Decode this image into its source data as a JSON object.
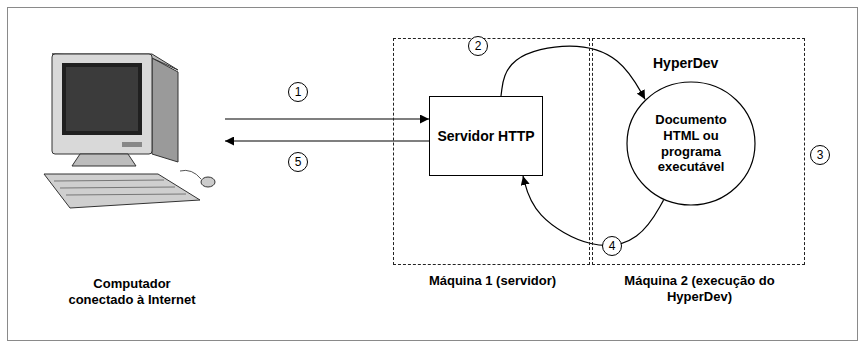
{
  "diagram": {
    "nodes": [
      {
        "text": [
          "Computador conectado à Internet"
        ]
      },
      {
        "text": [
          "Máquina 1 (servidor)"
        ]
      },
      {
        "text": [
          "Servidor HTTP"
        ],
        "in": 1
      },
      {
        "text": [
          "HyperDev",
          "Máquina 2 (execução do HyperDev)"
        ]
      },
      {
        "text": [
          "Documento HTML ou programa executável"
        ],
        "in": 3
      }
    ],
    "edges": [
      {
        "from": 0,
        "to": 2,
        "arrow": "to",
        "label": "1"
      },
      {
        "from": 2,
        "to": 4,
        "arrow": "to",
        "label": "2"
      },
      {
        "from": 4,
        "to": 2,
        "arrow": "to",
        "label": "4"
      },
      {
        "from": 2,
        "to": 0,
        "arrow": "to",
        "label": "5"
      }
    ],
    "labels": [
      "3"
    ]
  }
}
